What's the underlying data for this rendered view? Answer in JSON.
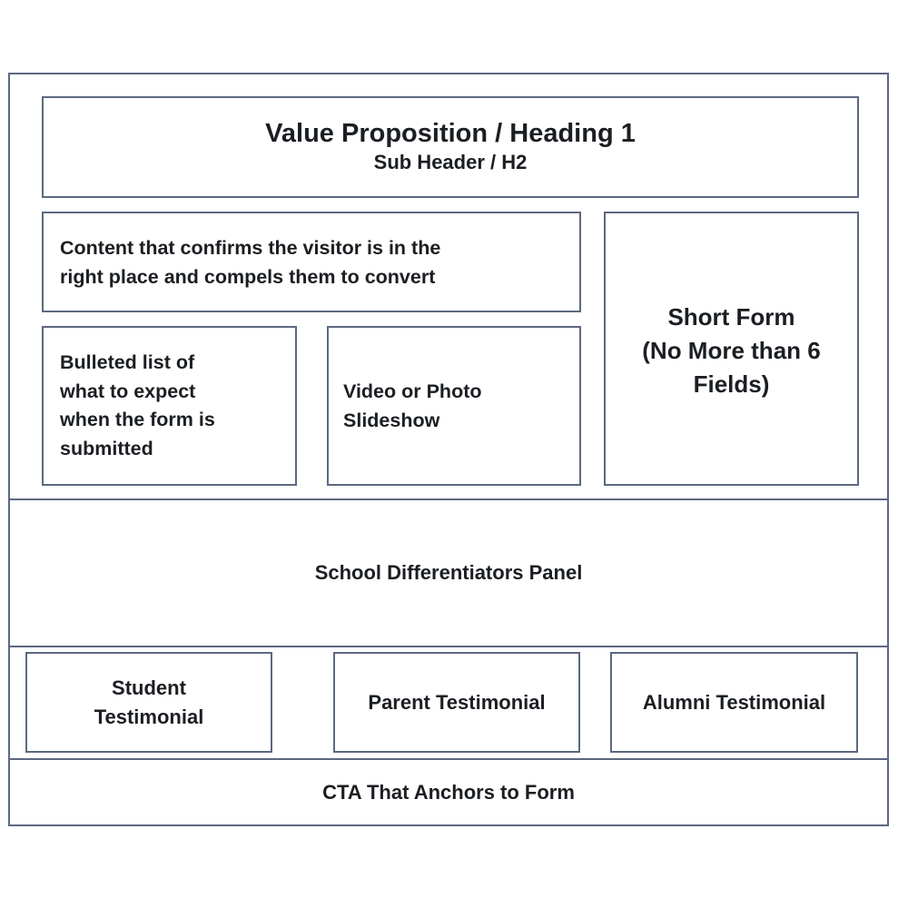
{
  "header": {
    "heading": "Value Proposition / Heading 1",
    "subheading": "Sub Header / H2"
  },
  "intro": {
    "text_line1": "Content that confirms the visitor is in the",
    "text_line2": "right place and compels them to convert"
  },
  "bullets_box": {
    "line1": "Bulleted list of",
    "line2": "what to expect",
    "line3": "when the form is",
    "line4": "submitted"
  },
  "media_box": {
    "line1": "Video or Photo",
    "line2": "Slideshow"
  },
  "form_box": {
    "line1": "Short Form",
    "line2": "(No More than 6",
    "line3": "Fields)"
  },
  "differentiators": {
    "label": "School Differentiators Panel"
  },
  "testimonials": {
    "student_line1": "Student",
    "student_line2": "Testimonial",
    "parent": "Parent Testimonial",
    "alumni": "Alumni Testimonial"
  },
  "cta": {
    "label": "CTA That Anchors to Form"
  },
  "colors": {
    "border": "#5c6880",
    "text": "#1b1e22"
  }
}
